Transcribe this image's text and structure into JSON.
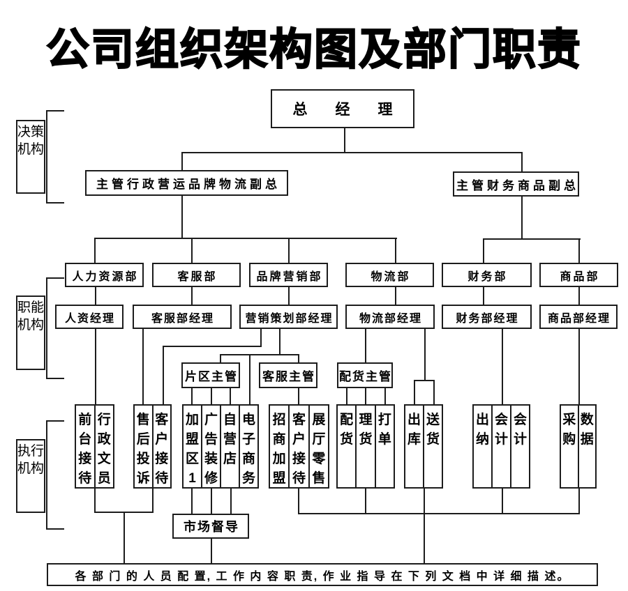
{
  "title": "公司组织架构图及部门职责",
  "org": {
    "general_manager": "总经理",
    "vp_left": "主管行政营运品牌物流副总",
    "vp_right": "主管财务商品副总",
    "group_labels": {
      "decision": "决策机构",
      "functional": "职能机构",
      "executive": "执行机构"
    },
    "departments": [
      "人力资源部",
      "客服部",
      "品牌营销部",
      "物流部",
      "财务部",
      "商品部"
    ],
    "managers": [
      "人资经理",
      "客服部经理",
      "营销策划部经理",
      "物流部经理",
      "财务部经理",
      "商品部经理"
    ],
    "supervisors": [
      "片区主管",
      "客服主管",
      "配货主管"
    ],
    "roles": [
      "前台接待",
      "行政文员",
      "售后投诉",
      "客户接待",
      "加盟区1",
      "广告装修",
      "自营店",
      "电子商务",
      "招商加盟",
      "客户接待",
      "展厅零售",
      "配货",
      "理货",
      "打单",
      "出库",
      "送货",
      "出纳",
      "会计",
      "会计",
      "采购",
      "数据"
    ],
    "market_supervision": "市场督导",
    "footnote": "各 部 门 的 人 员 配 置, 工 作 内 容 职 责, 作 业 指 导 在 下 列 文 档 中 详 细 描 述。"
  },
  "colors": {
    "line": "#1c1c1c",
    "text": "#000000",
    "background": "#ffffff"
  }
}
